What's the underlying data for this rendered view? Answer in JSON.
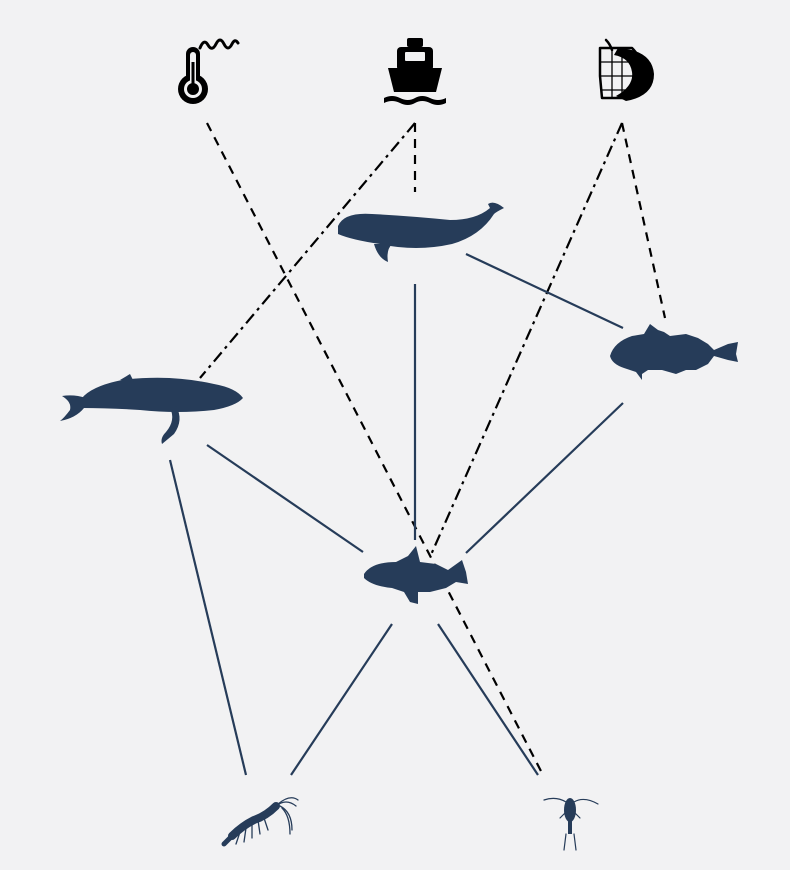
{
  "diagram": {
    "type": "food-web",
    "background": "#f2f2f3",
    "node_color": "#263c59",
    "stressor_color": "#000000",
    "stressors": [
      {
        "id": "temperature",
        "icon": "thermometer-warming-icon"
      },
      {
        "id": "shipping",
        "icon": "ship-icon"
      },
      {
        "id": "fishing",
        "icon": "fishing-net-icon"
      }
    ],
    "species": [
      {
        "id": "right-whale",
        "icon": "right-whale-icon"
      },
      {
        "id": "humpback-whale",
        "icon": "humpback-whale-icon"
      },
      {
        "id": "cod",
        "icon": "cod-icon"
      },
      {
        "id": "herring",
        "icon": "herring-icon"
      },
      {
        "id": "krill",
        "icon": "krill-icon"
      },
      {
        "id": "copepod",
        "icon": "copepod-icon"
      }
    ],
    "trophic_links": [
      {
        "from": "right-whale",
        "to": "herring"
      },
      {
        "from": "right-whale",
        "to": "cod"
      },
      {
        "from": "humpback-whale",
        "to": "herring"
      },
      {
        "from": "humpback-whale",
        "to": "krill"
      },
      {
        "from": "cod",
        "to": "herring"
      },
      {
        "from": "herring",
        "to": "krill"
      },
      {
        "from": "herring",
        "to": "copepod"
      }
    ],
    "stressor_links": [
      {
        "from": "temperature",
        "to": "copepod",
        "style": "dashed"
      },
      {
        "from": "shipping",
        "to": "humpback-whale",
        "style": "dash-dot"
      },
      {
        "from": "shipping",
        "to": "right-whale",
        "style": "dashed"
      },
      {
        "from": "fishing",
        "to": "herring",
        "style": "dash-dot"
      },
      {
        "from": "fishing",
        "to": "cod",
        "style": "dashed"
      }
    ]
  }
}
